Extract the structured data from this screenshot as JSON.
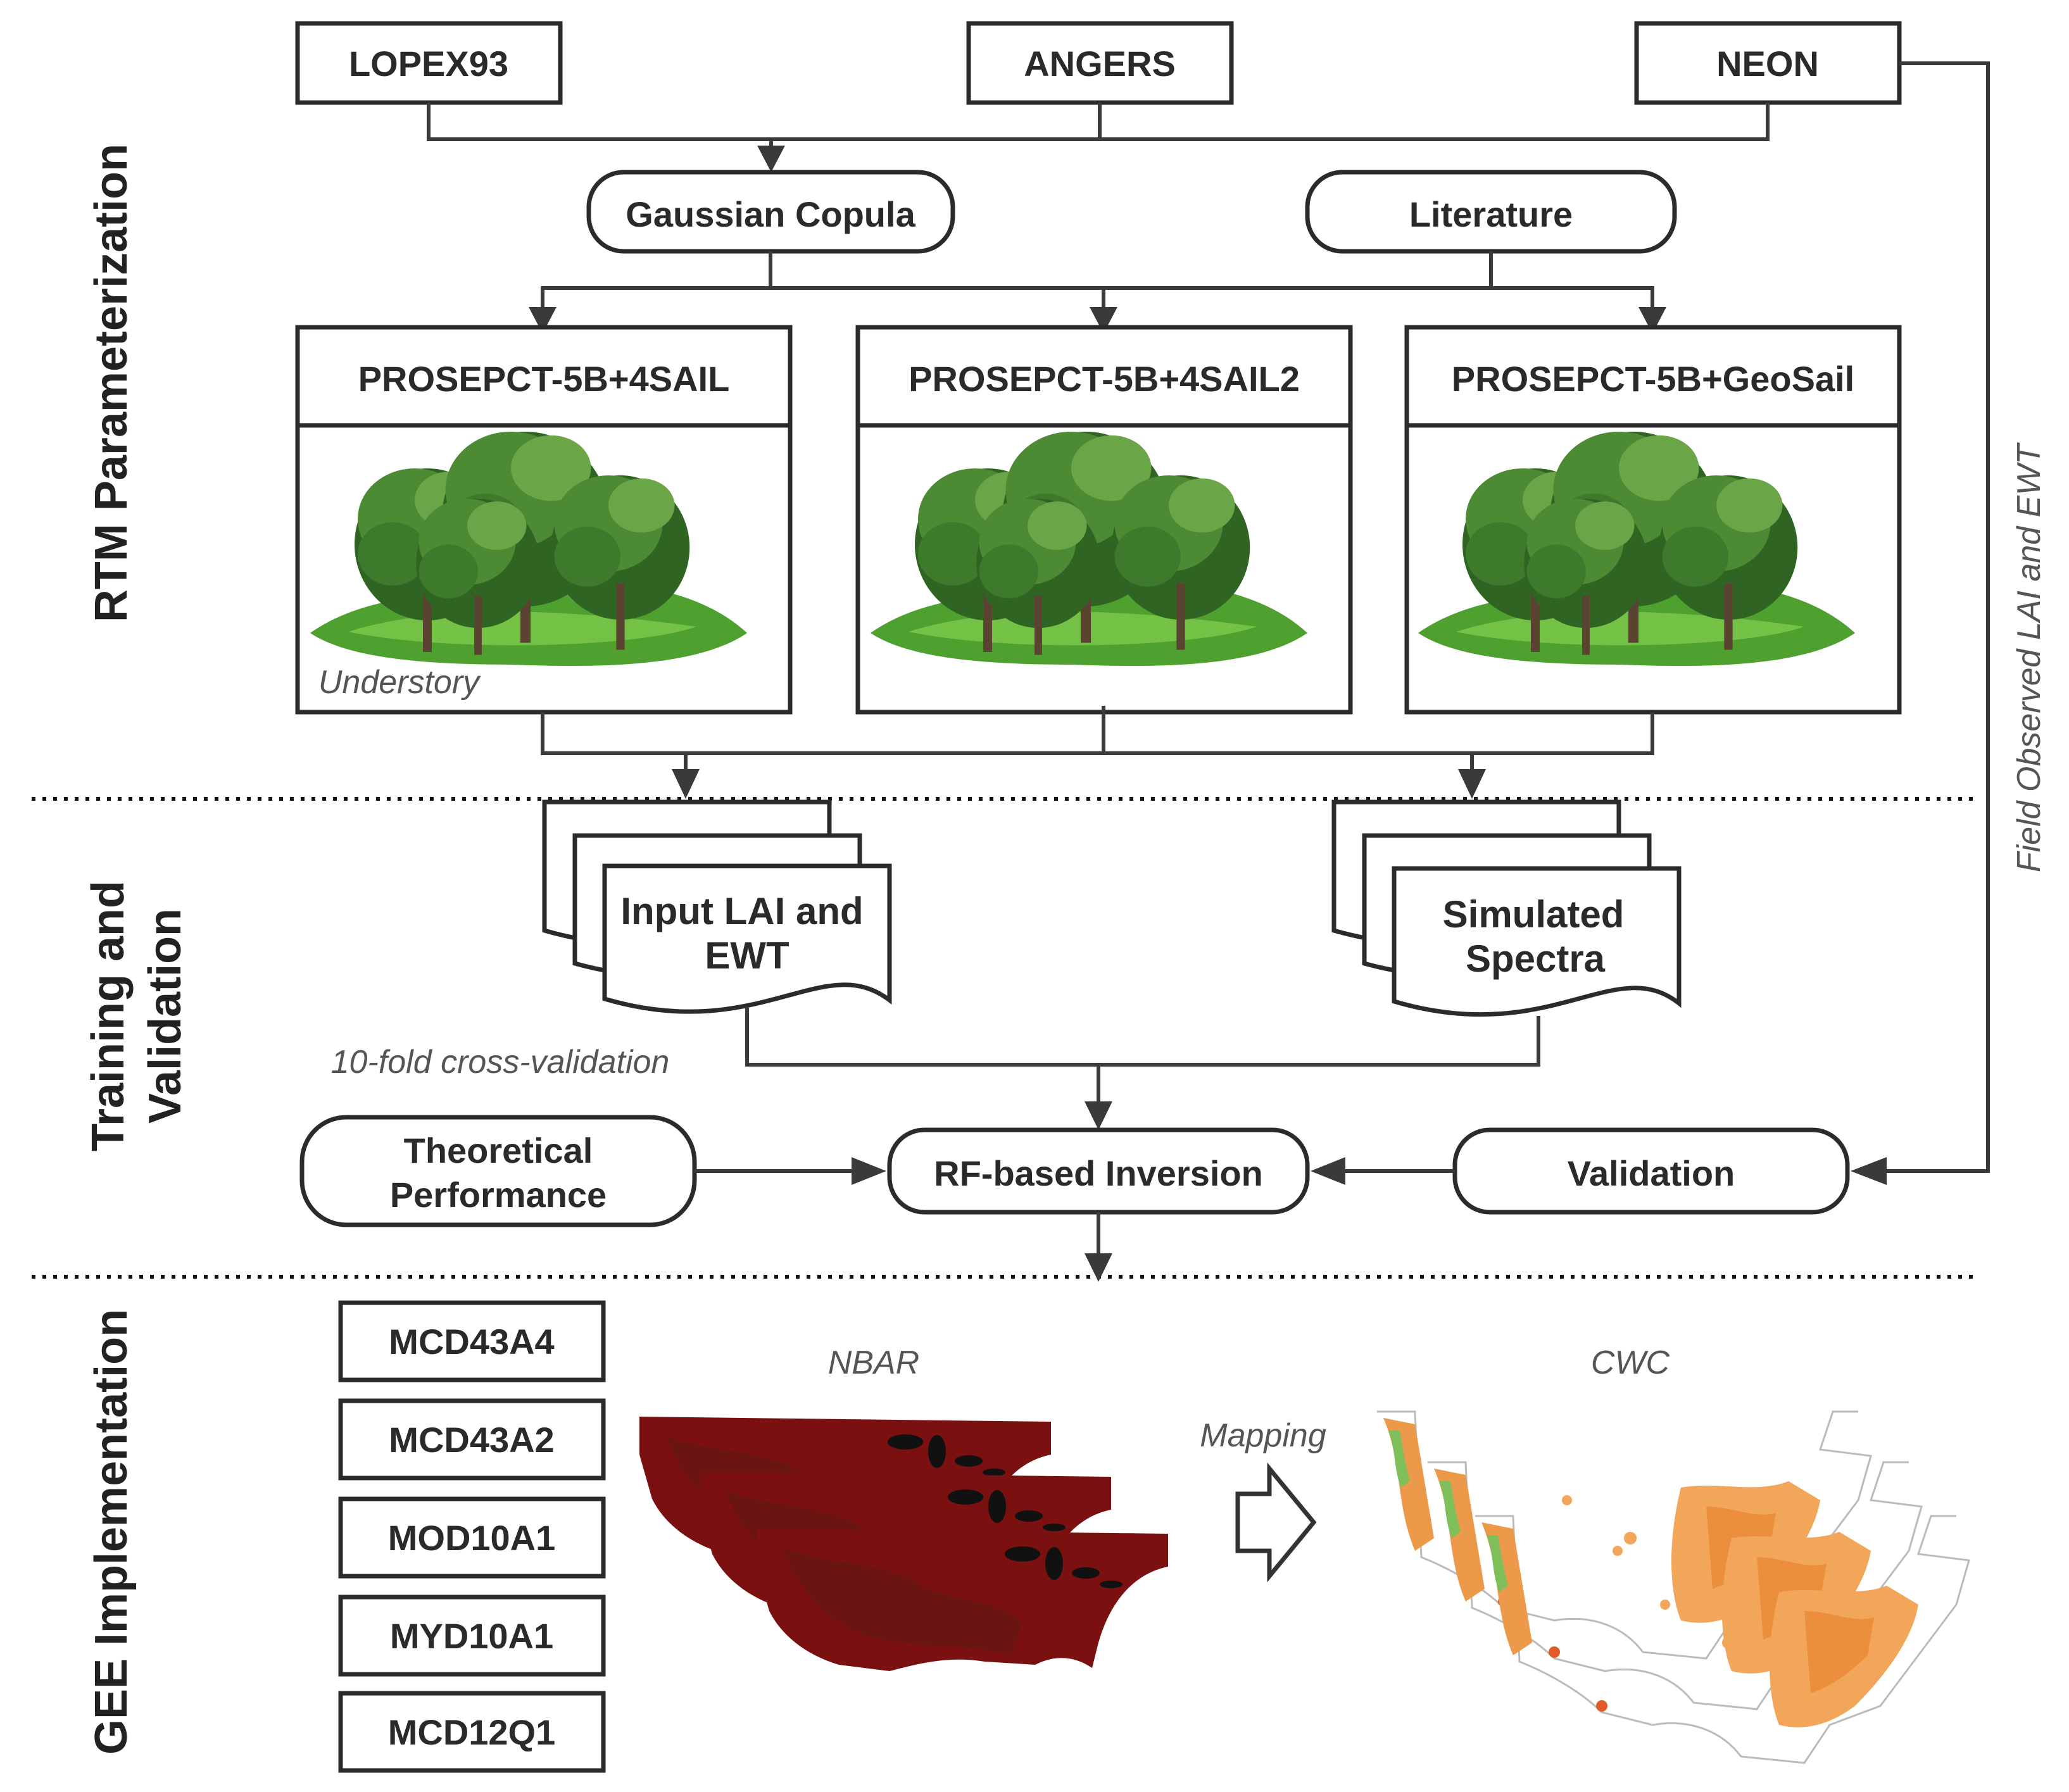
{
  "colors": {
    "line": "#3a3a3a",
    "box_border": "#2b2b2b",
    "nbar_map": "#7a1010",
    "cwc_map": "#f2a65a",
    "tree_canopy": "#3f7a2c",
    "grass": "#5fb33a"
  },
  "sections": {
    "rtm": "RTM Parameterization",
    "training_line1": "Training and",
    "training_line2": "Validation",
    "gee": "GEE Implementation"
  },
  "sources": {
    "lopex": "LOPEX93",
    "angers": "ANGERS",
    "neon": "NEON"
  },
  "parameters": {
    "copula": "Gaussian Copula",
    "literature": "Literature"
  },
  "models": [
    {
      "title": "PROSEPCT-5B+4SAIL",
      "note": "Understory",
      "image_icon": "tree-grove-icon"
    },
    {
      "title": "PROSEPCT-5B+4SAIL2",
      "image_icon": "tree-grove-icon"
    },
    {
      "title": "PROSEPCT-5B+GeoSail",
      "image_icon": "tree-grove-icon"
    }
  ],
  "documents": {
    "input_line1": "Input LAI and",
    "input_line2": "EWT",
    "spectra_line1": "Simulated",
    "spectra_line2": "Spectra"
  },
  "cv_label": "10-fold cross-validation",
  "nodes": {
    "theoretical_line1": "Theoretical",
    "theoretical_line2": "Performance",
    "rf": "RF-based Inversion",
    "validation": "Validation"
  },
  "field_observed": "Field Observed LAI and EWT",
  "gee": {
    "products": [
      "MCD43A4",
      "MCD43A2",
      "MOD10A1",
      "MYD10A1",
      "MCD12Q1"
    ],
    "nbar_label": "NBAR",
    "mapping_label": "Mapping",
    "cwc_label": "CWC"
  }
}
